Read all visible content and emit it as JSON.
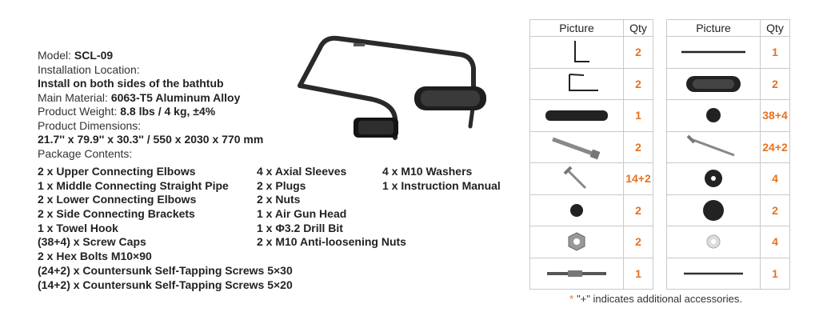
{
  "specs": {
    "model_label": "Model: ",
    "model_value": "SCL-09",
    "install_label": "Installation Location:",
    "install_value": "Install on both sides of the bathtub",
    "material_label": "Main Material: ",
    "material_value": "6063-T5 Aluminum Alloy",
    "weight_label": "Product Weight: ",
    "weight_value": "8.8 lbs / 4 kg, ±4%",
    "dimensions_label": "Product Dimensions:",
    "dimensions_value": "21.7'' x 79.9'' x 30.3'' / 550 x 2030 x 770 mm",
    "package_label": "Package Contents:"
  },
  "package_contents": {
    "col1": [
      "2 x Upper Connecting Elbows",
      "1 x Middle Connecting Straight Pipe",
      "2 x Lower Connecting Elbows",
      "2 x Side Connecting Brackets",
      "1 x Towel Hook",
      "(38+4) x Screw Caps",
      "2 x Hex Bolts M10×90",
      "(24+2) x Countersunk Self-Tapping Screws 5×30",
      "(14+2) x Countersunk Self-Tapping Screws 5×20"
    ],
    "col2": [
      "4 x Axial Sleeves",
      "2 x Plugs",
      "2 x Nuts",
      "1 x Air Gun Head",
      "1 x Φ3.2 Drill Bit",
      "2 x M10 Anti-loosening Nuts"
    ],
    "col3": [
      "4 x M10 Washers",
      "1 x Instruction Manual"
    ]
  },
  "table": {
    "headers": [
      "Picture",
      "Qty",
      "Picture",
      "Qty"
    ],
    "rows": [
      {
        "left_icon": "long-hex-key-icon",
        "left_qty": "2",
        "right_icon": "straight-pipe-icon",
        "right_qty": "1"
      },
      {
        "left_icon": "hex-key-icon",
        "left_qty": "2",
        "right_icon": "connecting-bracket-icon",
        "right_qty": "2"
      },
      {
        "left_icon": "towel-hook-icon",
        "left_qty": "1",
        "right_icon": "screw-cap-icon",
        "right_qty": "38+4"
      },
      {
        "left_icon": "hex-bolt-icon",
        "left_qty": "2",
        "right_icon": "long-screw-icon",
        "right_qty": "24+2"
      },
      {
        "left_icon": "short-screw-icon",
        "left_qty": "14+2",
        "right_icon": "axial-sleeve-icon",
        "right_qty": "4"
      },
      {
        "left_icon": "small-plug-icon",
        "left_qty": "2",
        "right_icon": "plug-icon",
        "right_qty": "2"
      },
      {
        "left_icon": "hex-nut-icon",
        "left_qty": "2",
        "right_icon": "washer-icon",
        "right_qty": "4"
      },
      {
        "left_icon": "air-gun-head-icon",
        "left_qty": "1",
        "right_icon": "drill-bit-icon",
        "right_qty": "1"
      }
    ]
  },
  "note": {
    "star": "*",
    "text": "\"+\" indicates additional accessories."
  },
  "colors": {
    "accent": "#e8711f",
    "text": "#333333",
    "border": "#c9c9c9"
  }
}
